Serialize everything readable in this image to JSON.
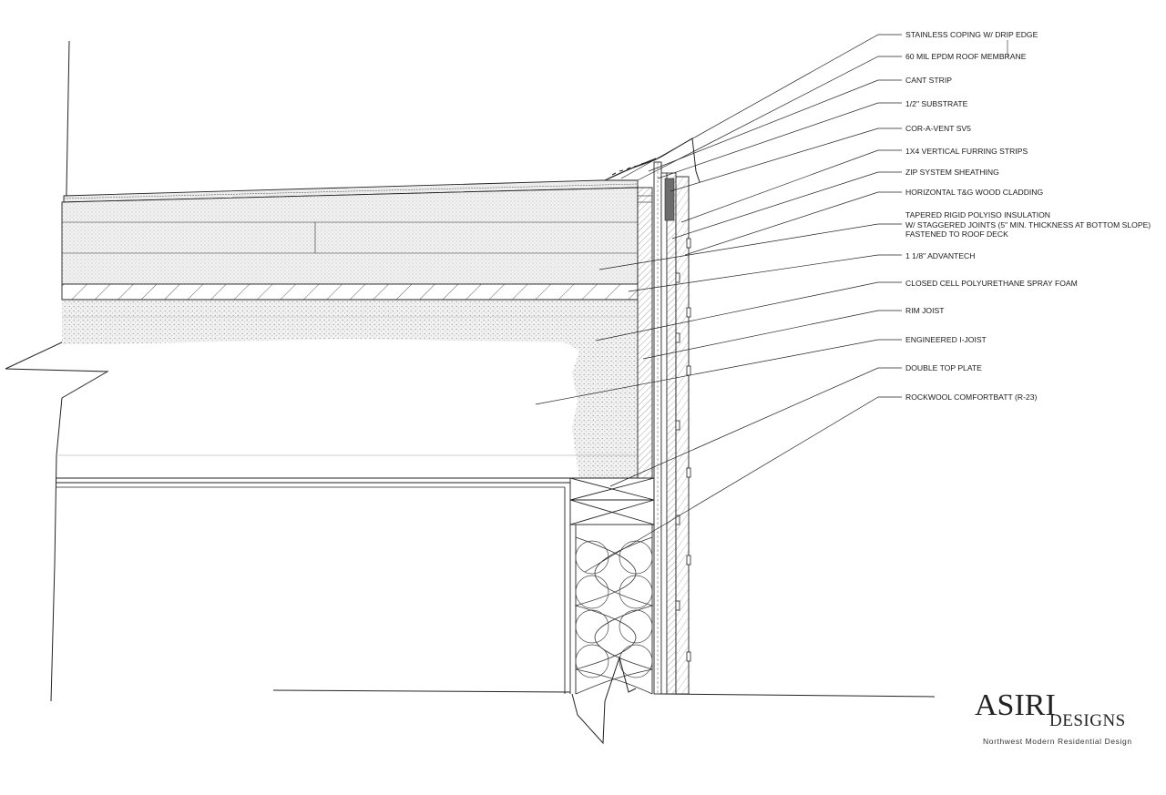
{
  "callouts": [
    {
      "id": "c1",
      "text": "STAINLESS COPING W/ DRIP EDGE"
    },
    {
      "id": "c2",
      "text": "60 MIL EPDM ROOF MEMBRANE"
    },
    {
      "id": "c3",
      "text": "CANT STRIP"
    },
    {
      "id": "c4",
      "text": "1/2\" SUBSTRATE"
    },
    {
      "id": "c5",
      "text": "COR-A-VENT SV5"
    },
    {
      "id": "c6",
      "text": "1X4 VERTICAL FURRING STRIPS"
    },
    {
      "id": "c7",
      "text": "ZIP SYSTEM SHEATHING"
    },
    {
      "id": "c8",
      "text": "HORIZONTAL T&G WOOD CLADDING"
    },
    {
      "id": "c9",
      "lines": [
        "TAPERED RIGID POLYISO INSULATION",
        "W/ STAGGERED JOINTS (5\" MIN. THICKNESS AT BOTTOM SLOPE)",
        "FASTENED TO ROOF DECK"
      ]
    },
    {
      "id": "c10",
      "text": "1 1/8\" ADVANTECH"
    },
    {
      "id": "c11",
      "text": "CLOSED CELL POLYURETHANE SPRAY FOAM"
    },
    {
      "id": "c12",
      "text": "RIM JOIST"
    },
    {
      "id": "c13",
      "text": "ENGINEERED I-JOIST"
    },
    {
      "id": "c14",
      "text": "DOUBLE TOP PLATE"
    },
    {
      "id": "c15",
      "text": "ROCKWOOL COMFORTBATT (R-23)"
    }
  ],
  "logo": {
    "name": "ASIRI",
    "suffix": "DESIGNS",
    "tagline": "Northwest Modern Residential Design"
  }
}
